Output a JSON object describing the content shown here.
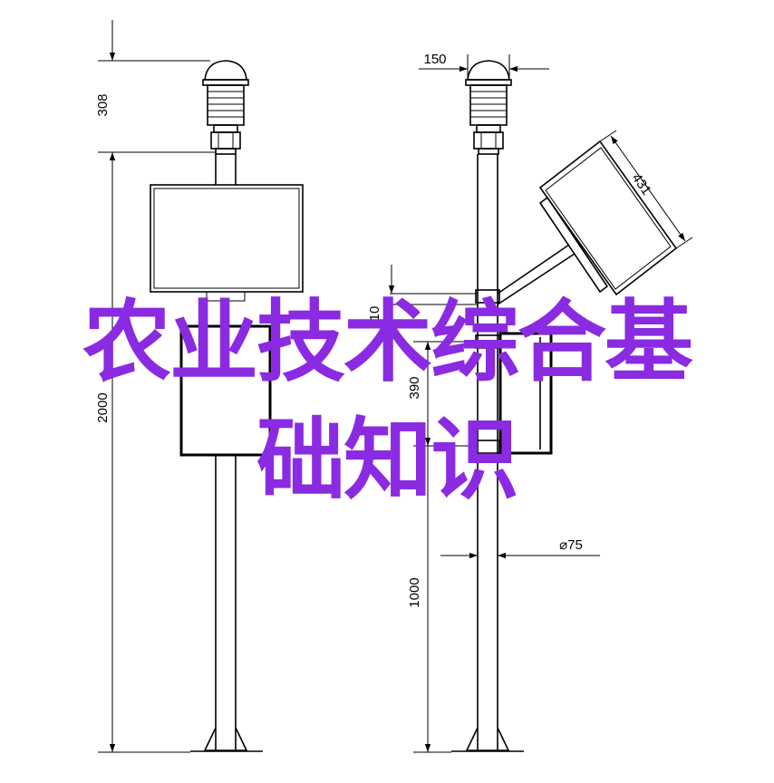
{
  "dimensions": {
    "d308": "308",
    "d2000": "2000",
    "d150": "150",
    "d431": "431",
    "d10": "10",
    "d390": "390",
    "d75": "⌀75",
    "d1000": "1000"
  },
  "overlay": {
    "line1": "农业技术综合基",
    "line2": "础知识",
    "color": "#8A2BE2"
  }
}
